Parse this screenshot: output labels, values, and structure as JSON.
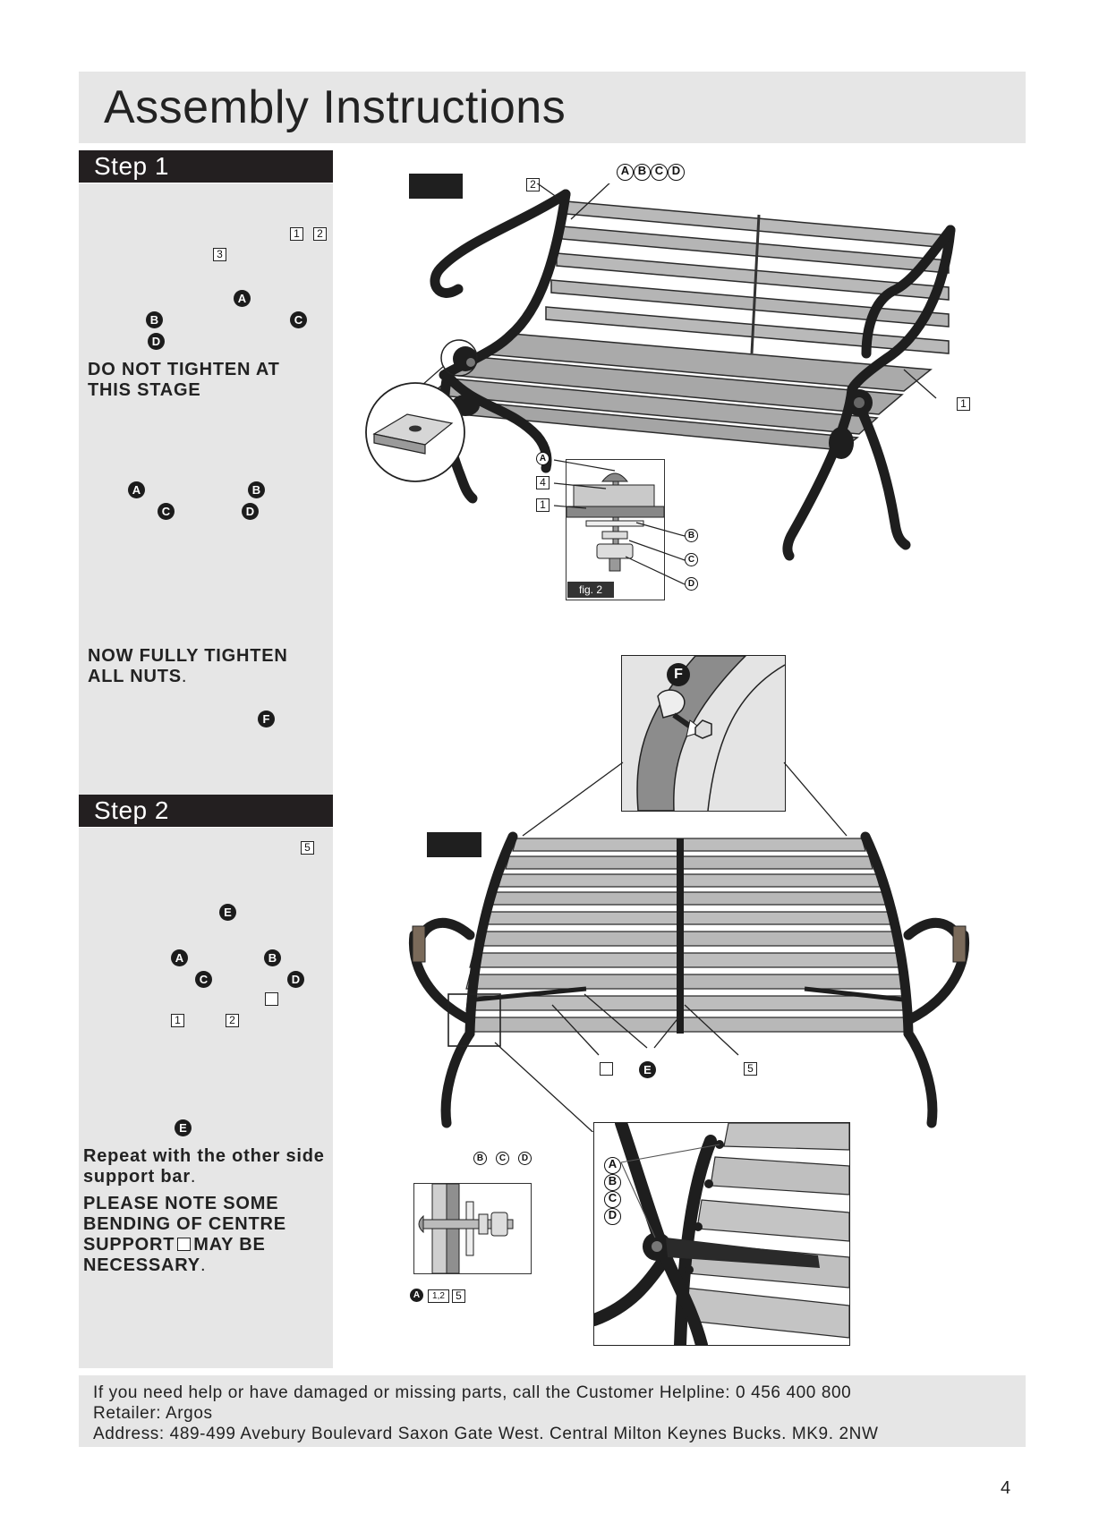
{
  "page_title": "Assembly Instructions",
  "step1": {
    "heading": "Step 1",
    "parts": {
      "p1": "1",
      "p2": "2",
      "p3": "3"
    },
    "fixings": {
      "a": "A",
      "b": "B",
      "c": "C",
      "d": "D",
      "f": "F"
    },
    "warning1": "DO NOT TIGHTEN AT THIS STAGE",
    "warning2": "NOW FULLY TIGHTEN ALL NUTS",
    "fig_label": "fig. 2"
  },
  "step2": {
    "heading": "Step 2",
    "parts": {
      "p1": "1",
      "p2": "2",
      "p5": "5",
      "p12": "1,2"
    },
    "fixings": {
      "a": "A",
      "b": "B",
      "c": "C",
      "d": "D",
      "e": "E"
    },
    "repeat_note": "Repeat with the other side support bar",
    "please_note": "PLEASE NOTE SOME BENDING OF CENTRE SUPPORT",
    "please_note_end": "MAY BE NECESSARY"
  },
  "footer": {
    "helpline": "If you need help or have damaged or missing parts, call the Customer Helpline: 0  456  400  800",
    "retailer": "Retailer: Argos",
    "address": "Address: 489-499  Avebury  Boulevard  Saxon  Gate  West.   Central  Milton  Keynes  Bucks. MK9. 2NW"
  },
  "page_number": "4",
  "colors": {
    "panel": "#e6e6e6",
    "header_bar": "#231f20",
    "wood": "#b9b9b9",
    "iron": "#1e1e1e"
  },
  "icons": [
    "bench-illustration",
    "bench-top-view-illustration",
    "bolt-assembly-diagram",
    "cap-nut-detail",
    "corner-bolt-detail"
  ]
}
